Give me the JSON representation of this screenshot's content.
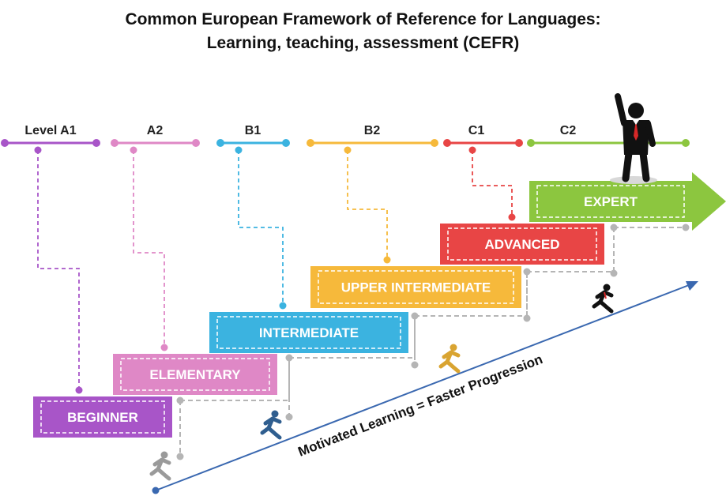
{
  "title": {
    "line1": "Common European Framework of Reference for Languages:",
    "line2": "Learning, teaching, assessment (CEFR)"
  },
  "levels": [
    {
      "code": "Level A1",
      "name": "BEGINNER",
      "color": "#a855c8"
    },
    {
      "code": "A2",
      "name": "ELEMENTARY",
      "color": "#df88c6"
    },
    {
      "code": "B1",
      "name": "INTERMEDIATE",
      "color": "#3bb3e0"
    },
    {
      "code": "B2",
      "name": "UPPER INTERMEDIATE",
      "color": "#f6b93b"
    },
    {
      "code": "C1",
      "name": "ADVANCED",
      "color": "#e84545"
    },
    {
      "code": "C2",
      "name": "EXPERT",
      "color": "#8cc63f"
    }
  ],
  "progression_label": "Motivated Learning = Faster Progression",
  "colors": {
    "progression_arrow": "#3a68b0",
    "connector": "#b5b5b5",
    "figure": "#111111"
  },
  "icons": [
    "runner-icon",
    "winner-figure-icon"
  ]
}
